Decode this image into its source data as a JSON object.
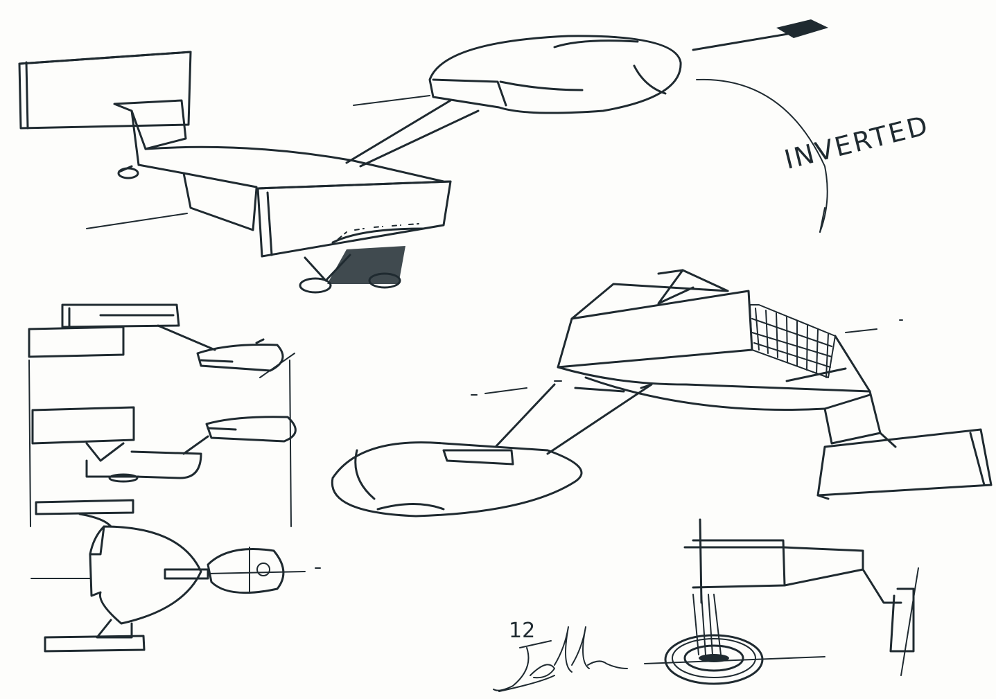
{
  "annotation": {
    "text": "INVERTED"
  },
  "sheet": {
    "number": "12"
  },
  "signature": {
    "description_glyph": "handwritten-signature"
  },
  "colors": {
    "ink": "#1f2a30",
    "paper": "#fdfdfb"
  }
}
